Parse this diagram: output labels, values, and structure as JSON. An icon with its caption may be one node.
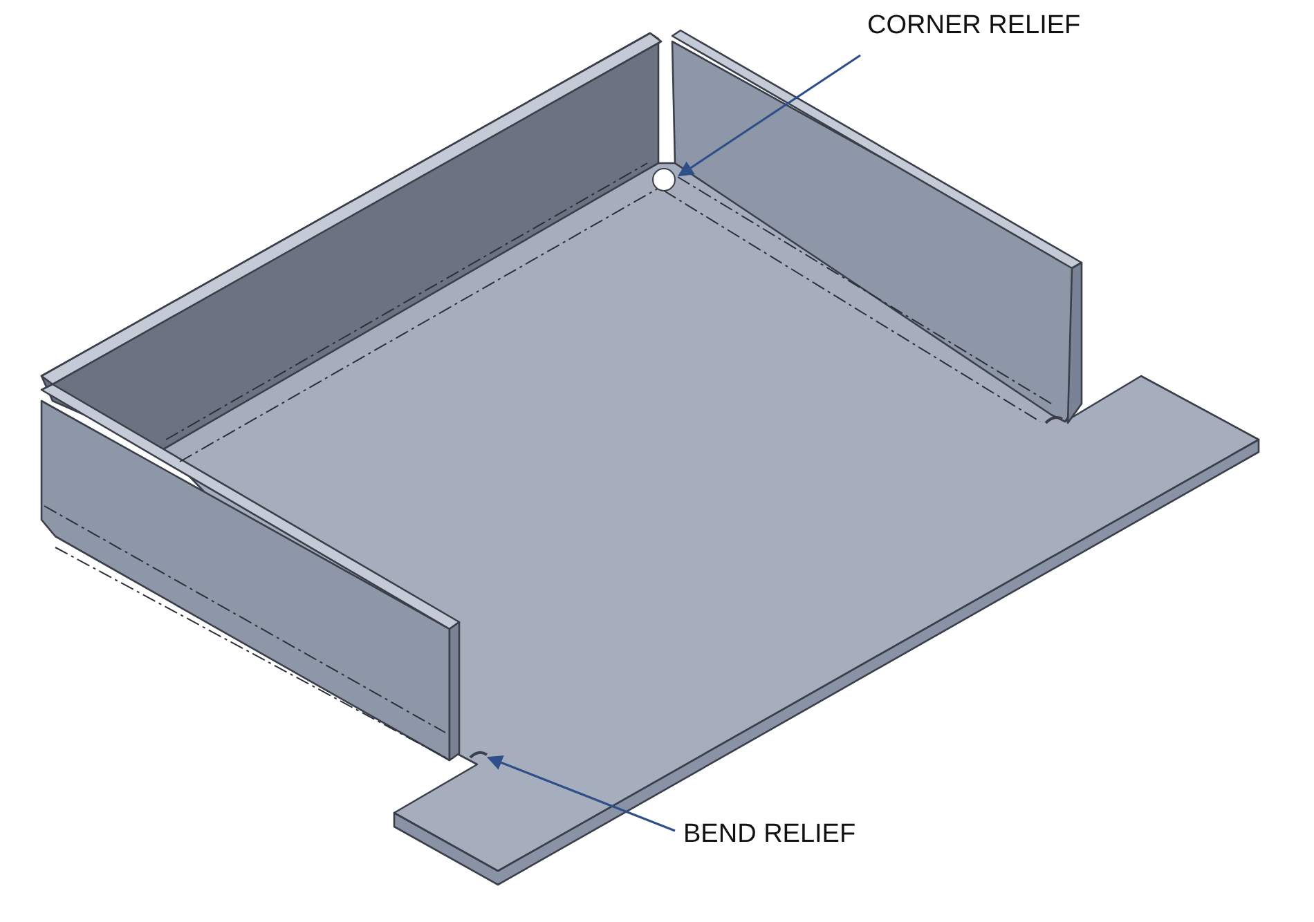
{
  "diagram": {
    "nodes": [
      {
        "text": [
          "CORNER RELIEF"
        ]
      },
      {
        "text": [
          "BEND RELIEF"
        ]
      }
    ],
    "edges": [
      {
        "from": 0,
        "to": null,
        "arrow": "to"
      },
      {
        "from": 1,
        "to": null,
        "arrow": "to"
      }
    ]
  }
}
